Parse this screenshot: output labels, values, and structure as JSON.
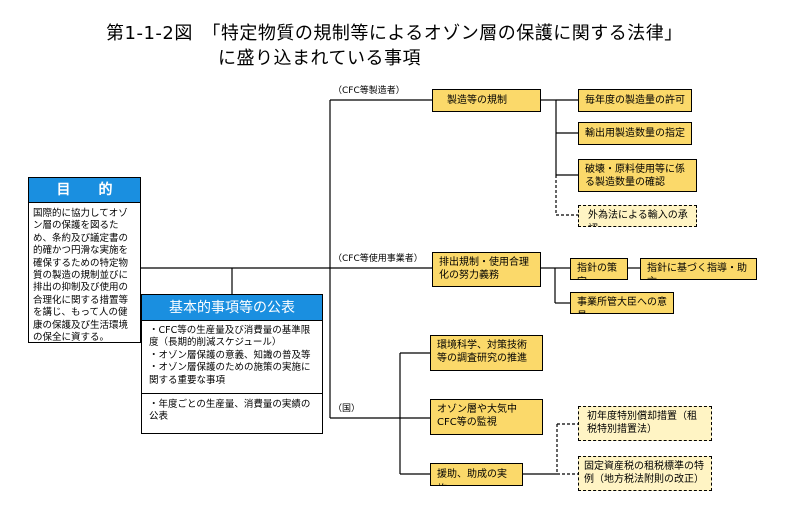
{
  "title": {
    "line1": "第1-1-2図　「特定物質の規制等によるオゾン層の保護に関する法律」",
    "line2": "に盛り込まれている事項"
  },
  "purpose": {
    "heading": "目　　的",
    "text": "国際的に協力してオゾン層の保護を図るため、条約及び議定書の的確かつ円滑な実施を確保するための特定物質の製造の規制並びに排出の抑制及び使用の合理化に関する措置等を講じ、もって人の健康の保護及び生活環境の保全に資する。"
  },
  "announcement": {
    "heading": "基本的事項等の公表",
    "items": [
      "・CFC等の生産量及び消費量の基準限度（長期的削減スケジュール）",
      "・オゾン層保護の意義、知識の普及等",
      "・オゾン層保護のための施策の実施に関する重要な事項"
    ],
    "item2": "・年度ごとの生産量、消費量の実績の公表"
  },
  "labels": {
    "manufacturers": "（CFC等製造者）",
    "users": "（CFC等使用事業者）",
    "state": "（国）"
  },
  "manufacturing": {
    "main": "製造等の規制",
    "sub": [
      "毎年度の製造量の許可",
      "輸出用製造数量の指定",
      "破壊・原料使用等に係る製造数量の確認"
    ],
    "dashed": "外為法による輸入の承認"
  },
  "emission": {
    "main": "排出規制・使用合理化の努力義務",
    "guideline": "指針の策定",
    "guidance": "指針に基づく指導・助言",
    "minister": "事業所管大臣への意見"
  },
  "state": {
    "research": "環境科学、対策技術等の調査研究の推進",
    "monitoring": "オゾン層や大気中CFC等の監視",
    "support": "援助、助成の実施",
    "tax1": "初年度特別償却措置（租税特別措置法）",
    "tax2": "固定資産税の租税標準の特例（地方税法附則の改正）"
  }
}
